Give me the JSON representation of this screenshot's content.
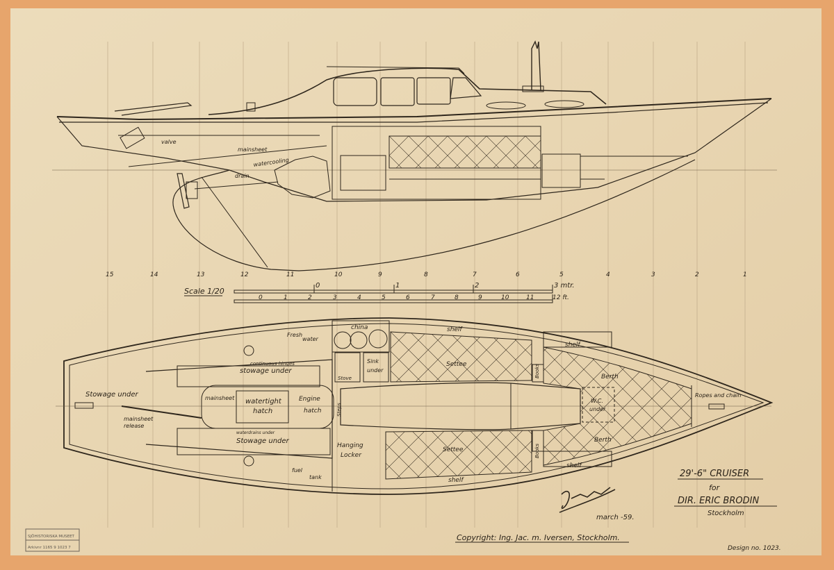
{
  "title_block": {
    "boat": "29'-6\" CRUISER",
    "for": "for",
    "client": "DIR. ERIC BRODIN",
    "city": "Stockholm",
    "design_no": "Design no. 1023.",
    "date": "march -59.",
    "copyright": "Copyright: Ing. Jac. m. Iversen, Stockholm.",
    "signature": "Iversen"
  },
  "stamp": {
    "line1": "SJÖHISTORISKA MUSEET",
    "line2": "Arkivnr 1165 9 1023 7"
  },
  "scale": {
    "label": "Scale 1/20",
    "metric_ticks": [
      "0",
      "1",
      "2",
      "3 mtr."
    ],
    "feet_ticks": [
      "0",
      "1",
      "2",
      "3",
      "4",
      "5",
      "6",
      "7",
      "8",
      "9",
      "10",
      "11",
      "12 ft."
    ]
  },
  "stations": [
    "15",
    "14",
    "13",
    "12",
    "11",
    "10",
    "9",
    "8",
    "7",
    "6",
    "5",
    "4",
    "3",
    "2",
    "1"
  ],
  "profile_labels": {
    "valve": "valve",
    "mainsheet": "mainsheet",
    "watercooling": "watercooling",
    "drain": "drain"
  },
  "plan_labels": {
    "fresh": "Fresh",
    "water": "water",
    "china": "china",
    "shelf": "shelf",
    "settee": "Settee",
    "continuous_hinges": "continuous hinges",
    "stowage_under": "stowage under",
    "stowage_under_aft": "Stowage under",
    "stove": "Stove",
    "sink": "Sink",
    "sink_under": "under",
    "books": "Books",
    "berth": "Berth",
    "wc": "W.C.",
    "wc_under": "under",
    "ropes": "Ropes and chain",
    "mainsheet": "mainsheet",
    "watertight": "watertight",
    "hatch": "hatch",
    "engine": "Engine",
    "engine_hatch": "hatch",
    "steps": "Steps",
    "mainsheet_release_1": "mainsheet",
    "mainsheet_release_2": "release",
    "waterdrains": "waterdrains under",
    "hanging": "Hanging",
    "locker": "Locker",
    "fuel": "fuel",
    "tank": "tank"
  },
  "colors": {
    "paper": "#e9d7b5",
    "border": "#e7a56c",
    "ink": "#2e261c"
  }
}
